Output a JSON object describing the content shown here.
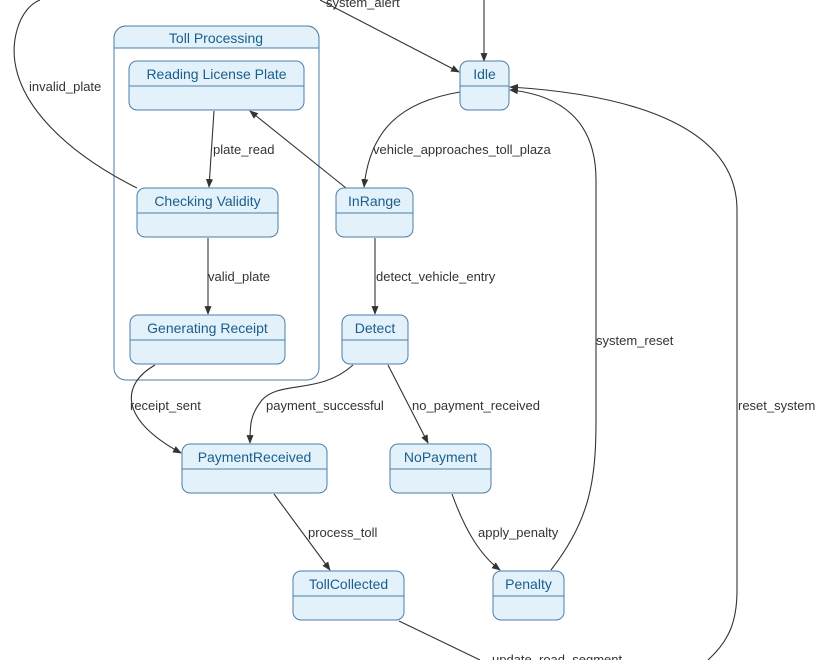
{
  "composite": {
    "label": "Toll Processing"
  },
  "states": {
    "idle": "Idle",
    "reading_license_plate": "Reading License Plate",
    "checking_validity": "Checking Validity",
    "generating_receipt": "Generating Receipt",
    "inrange": "InRange",
    "detect": "Detect",
    "payment_received": "PaymentReceived",
    "no_payment": "NoPayment",
    "toll_collected": "TollCollected",
    "penalty": "Penalty"
  },
  "transitions": {
    "system_alert": "system_alert",
    "invalid_plate": "invalid_plate",
    "plate_read": "plate_read",
    "vehicle_approaches_toll_plaza": "vehicle_approaches_toll_plaza",
    "valid_plate": "valid_plate",
    "detect_vehicle_entry": "detect_vehicle_entry",
    "system_reset": "system_reset",
    "reset_system": "reset_system",
    "receipt_sent": "receipt_sent",
    "payment_successful": "payment_successful",
    "no_payment_received": "no_payment_received",
    "process_toll": "process_toll",
    "apply_penalty": "apply_penalty",
    "update_road_segment": "update_road_segment"
  }
}
